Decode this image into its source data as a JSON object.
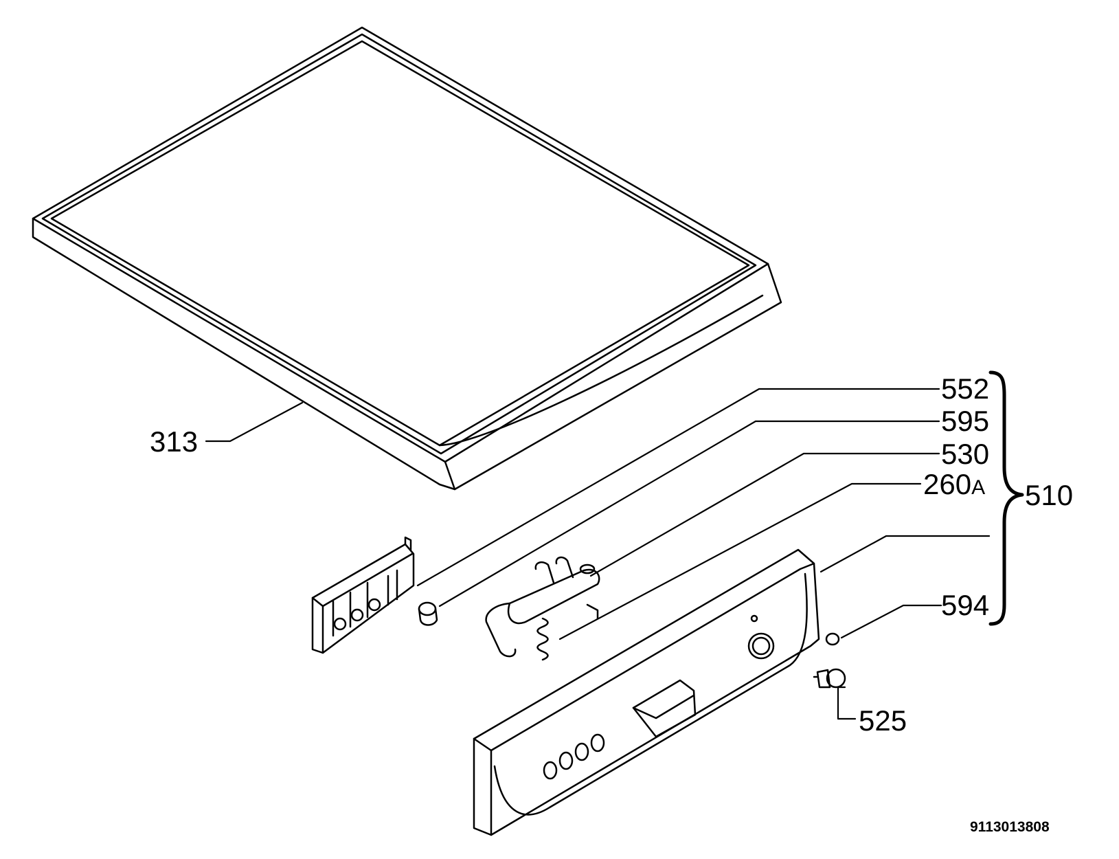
{
  "labels": {
    "p313": "313",
    "p552": "552",
    "p595": "595",
    "p530": "530",
    "p260": "260",
    "p260_suffix": "A",
    "p510": "510",
    "p594": "594",
    "p525": "525"
  },
  "drawing_code": "9113013808",
  "colors": {
    "line": "#000000",
    "background": "#ffffff"
  }
}
